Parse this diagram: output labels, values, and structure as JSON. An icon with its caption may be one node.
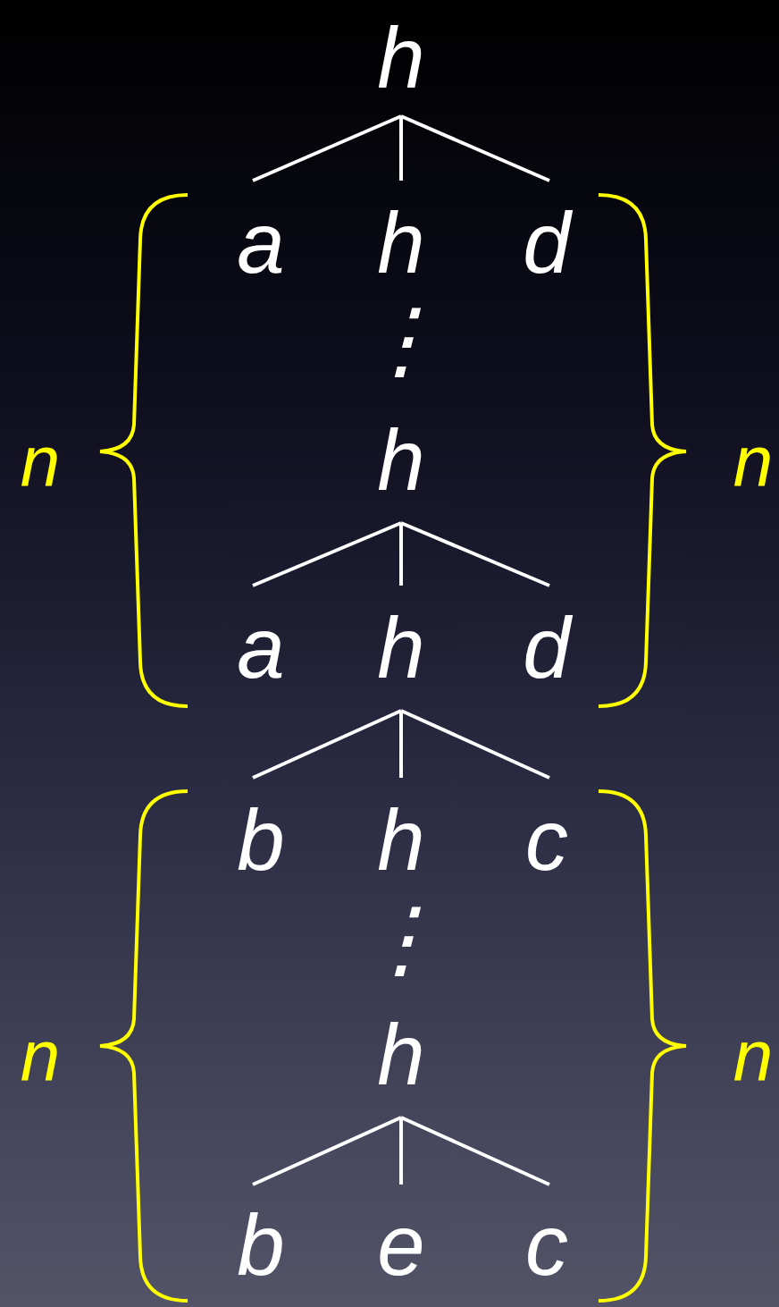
{
  "diagram": {
    "nodes": [
      {
        "text": [
          "h"
        ]
      },
      {
        "text": [
          "a"
        ]
      },
      {
        "text": [
          "h"
        ]
      },
      {
        "text": [
          "d"
        ]
      },
      {
        "text": [
          "h"
        ]
      },
      {
        "text": [
          "a"
        ]
      },
      {
        "text": [
          "h"
        ]
      },
      {
        "text": [
          "d"
        ]
      },
      {
        "text": [
          "b"
        ]
      },
      {
        "text": [
          "h"
        ]
      },
      {
        "text": [
          "c"
        ]
      },
      {
        "text": [
          "h"
        ]
      },
      {
        "text": [
          "b"
        ]
      },
      {
        "text": [
          "e"
        ]
      },
      {
        "text": [
          "c"
        ]
      }
    ],
    "edges": [
      {
        "from": 0,
        "to": 1,
        "arrow": "none"
      },
      {
        "from": 0,
        "to": 2,
        "arrow": "none"
      },
      {
        "from": 0,
        "to": 3,
        "arrow": "none"
      },
      {
        "from": 4,
        "to": 5,
        "arrow": "none"
      },
      {
        "from": 4,
        "to": 6,
        "arrow": "none"
      },
      {
        "from": 4,
        "to": 7,
        "arrow": "none"
      },
      {
        "from": 6,
        "to": 8,
        "arrow": "none"
      },
      {
        "from": 6,
        "to": 9,
        "arrow": "none"
      },
      {
        "from": 6,
        "to": 10,
        "arrow": "none"
      },
      {
        "from": 11,
        "to": 12,
        "arrow": "none"
      },
      {
        "from": 11,
        "to": 13,
        "arrow": "none"
      },
      {
        "from": 11,
        "to": 14,
        "arrow": "none"
      }
    ],
    "labels": [
      "⋮",
      "n",
      "n",
      "⋮",
      "n",
      "n"
    ]
  }
}
